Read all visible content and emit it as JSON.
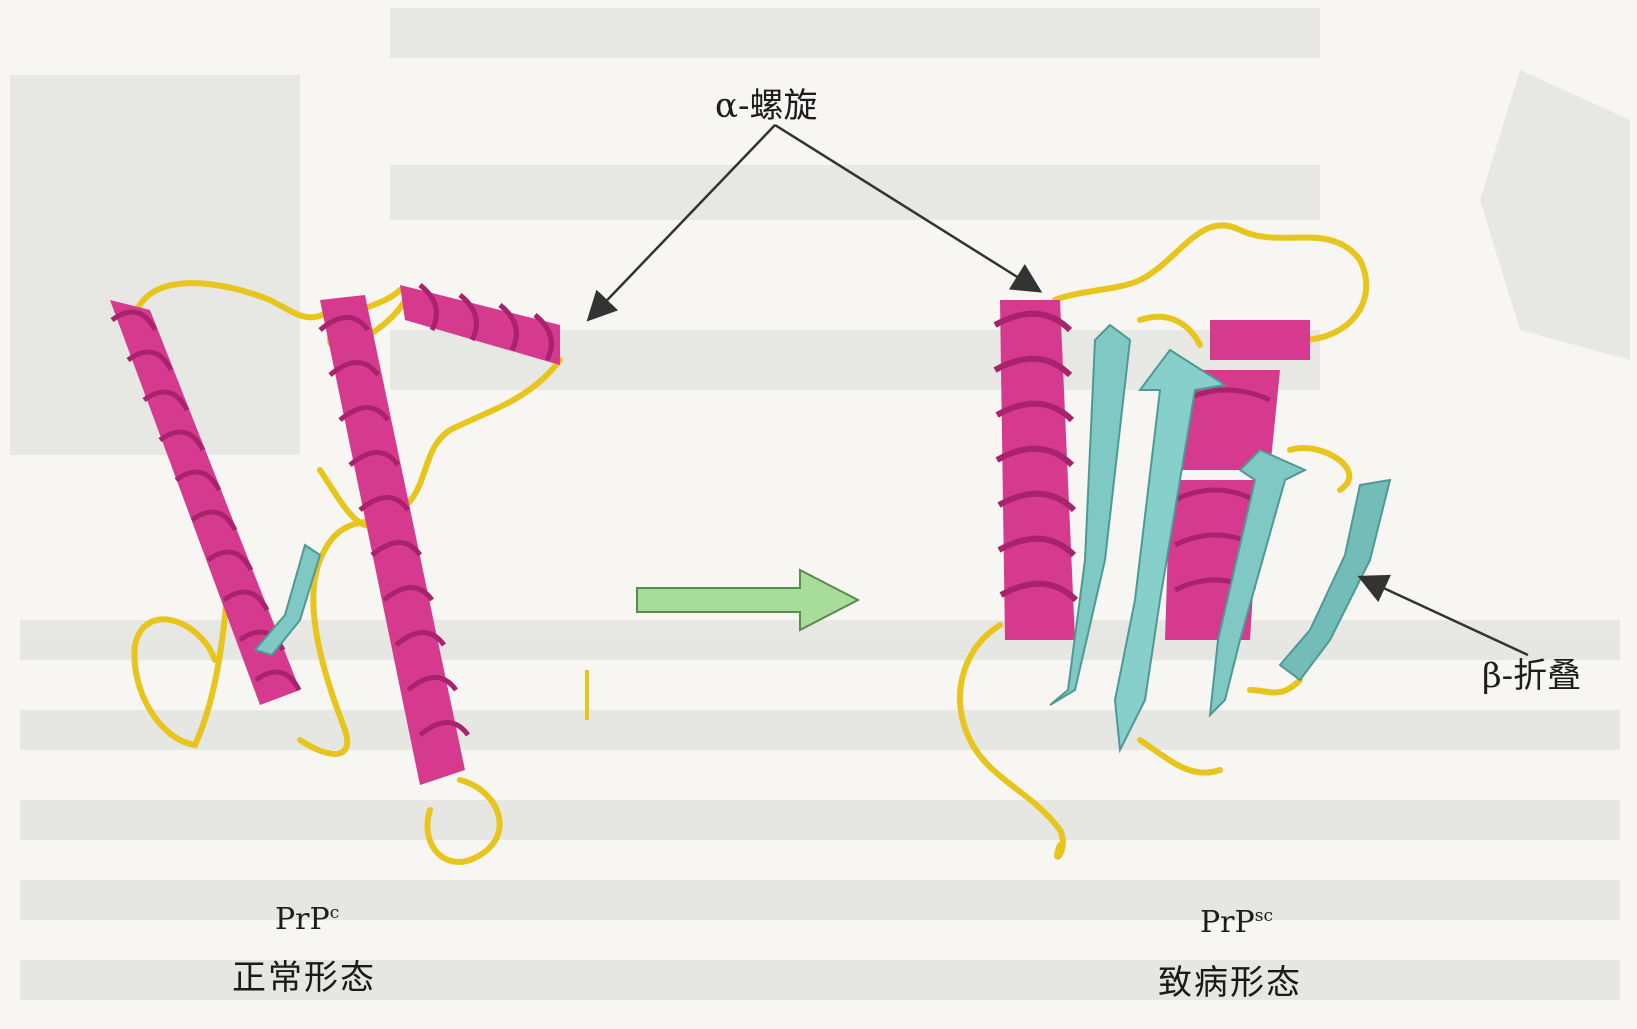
{
  "labels": {
    "alpha_helix": "α-螺旋",
    "beta_sheet": "β-折叠",
    "prpc_base": "PrP",
    "prpc_sup": "c",
    "prpsc_base": "PrP",
    "prpsc_sup": "sc",
    "normal_form": "正常形态",
    "disease_form": "致病形态"
  },
  "colors": {
    "helix": "#d63a8f",
    "helix_dark": "#a8226c",
    "coil": "#e8c51d",
    "sheet": "#7fc8c4",
    "sheet_dark": "#4f9995",
    "transition_arrow": "#a8dc9a",
    "background": "#f7f6f2"
  },
  "icons": {
    "transition": "right-arrow-icon"
  }
}
